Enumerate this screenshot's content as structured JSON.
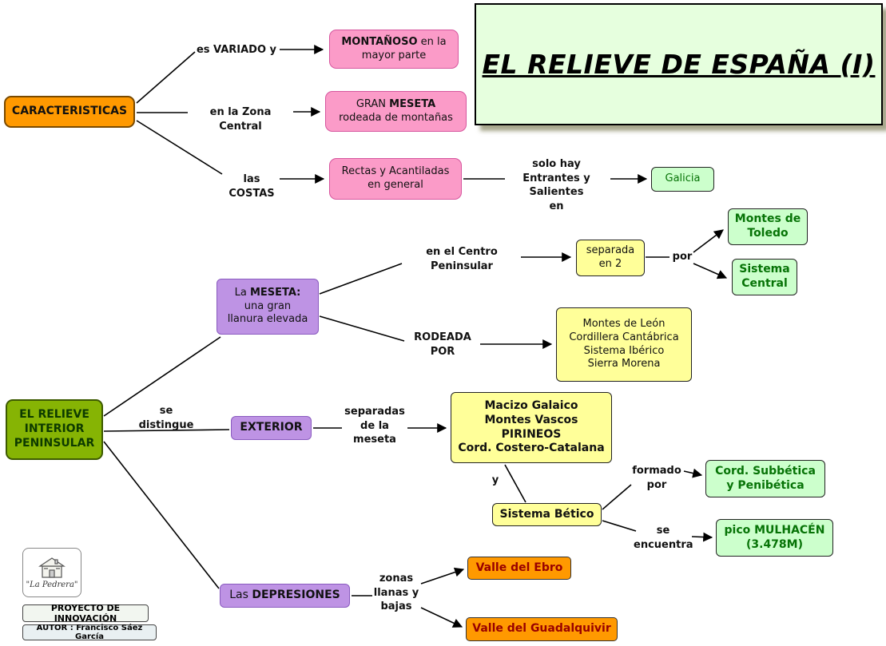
{
  "title": "EL RELIEVE DE ESPAÑA (I)",
  "nodes": {
    "caracteristicas": "CARACTERISTICAS",
    "montanoso": {
      "bold": "MONTAÑOSO",
      "after": " en la",
      "line2": "mayor parte"
    },
    "gran_meseta": {
      "pre": "GRAN ",
      "bold": "MESETA",
      "line2": "rodeada de montañas"
    },
    "rectas": {
      "line1": "Rectas y Acantiladas",
      "line2": "en general"
    },
    "galicia": "Galicia",
    "la_meseta": {
      "pre": "La ",
      "bold": "MESETA:",
      "line2": "una gran",
      "line3": "llanura elevada"
    },
    "separada": {
      "line1": "separada",
      "line2": "en 2"
    },
    "montes_toledo": {
      "line1": "Montes de",
      "line2": "Toledo"
    },
    "sistema_central": {
      "line1": "Sistema",
      "line2": "Central"
    },
    "rodeada_box": {
      "lines": [
        "Montes de León",
        "Cordillera Cantábrica",
        "Sistema Ibérico",
        "Sierra Morena"
      ]
    },
    "relieve_interior": "EL RELIEVE\nINTERIOR\nPENINSULAR",
    "exterior": "EXTERIOR",
    "macizo": {
      "lines": [
        "Macizo Galaico",
        "Montes Vascos",
        "PIRINEOS",
        "Cord. Costero-Catalana"
      ]
    },
    "sistema_betico": "Sistema Bético",
    "subbetica": {
      "line1": "Cord. Subbética",
      "line2": "y Penibética"
    },
    "mulhacen": {
      "line1": "pico MULHACÉN",
      "line2": "(3.478M)"
    },
    "depresiones": {
      "pre": "Las ",
      "bold": "DEPRESIONES"
    },
    "ebro": "Valle del Ebro",
    "guadalquivir": "Valle del Guadalquivir"
  },
  "labels": {
    "es_variado": "es VARIADO y",
    "zona_central": "en la Zona Central",
    "costas": "las COSTAS",
    "solo_hay": "solo hay\nEntrantes y Salientes\nen",
    "centro_peninsular": "en el Centro\nPeninsular",
    "por": "por",
    "rodeada_por": "RODEADA\nPOR",
    "se_distingue": "se\ndistingue",
    "separadas": "separadas\nde la\nmeseta",
    "y": "y",
    "formado_por": "formado\npor",
    "se_encuentra": "se\nencuentra",
    "zonas": "zonas\nllanas y\nbajas"
  },
  "footer": {
    "logo_name": "\"La Pedrera\"",
    "proyecto": "PROYECTO DE INNOVACIÓN",
    "autor": "AUTOR : Francisco Sáez García"
  },
  "colors": {
    "orange": "#FF9900",
    "pink": "#FB9BC8",
    "light_green": "#CCFFCC",
    "yellow": "#FFFF99",
    "purple": "#BE93E4",
    "olive_green": "#86B404",
    "title_bg": "#E6FFDE",
    "dark_red": "#990000",
    "dark_green": "#067306"
  }
}
